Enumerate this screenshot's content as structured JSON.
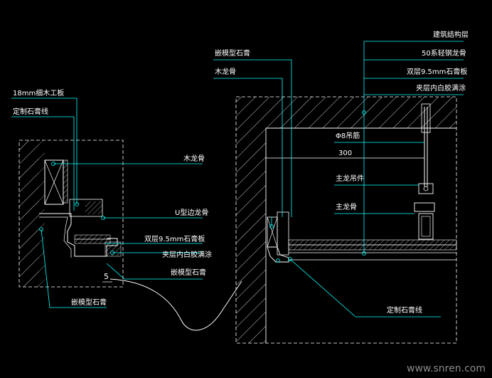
{
  "labels": {
    "left_detail": {
      "plywood": "18mm细木工板",
      "cornice": "定制石膏线",
      "wood_joist": "木龙骨",
      "u_keel": "U型边龙骨",
      "double_board": "双层9.5mm石膏板",
      "glue_layer": "夹层内白胶满涂",
      "inlay_gypsum_a": "嵌模型石膏",
      "inlay_gypsum_b": "嵌模型石膏"
    },
    "right_detail": {
      "inlay_gypsum": "嵌模型石膏",
      "wood_joist": "木龙骨",
      "structure": "建筑结构层",
      "steel_keel": "50系轻钢龙骨",
      "double_board": "双层9.5mm石膏板",
      "glue_layer": "夹层内白胶满涂",
      "hanger_rod": "Φ8吊筋",
      "dimension": "300",
      "hanger_part": "主龙吊件",
      "main_keel": "主龙骨",
      "cornice": "定制石膏线"
    },
    "detail_tag": "5"
  },
  "watermark": "www.snren.com",
  "colors": {
    "background": "#000000",
    "leader": "#00ffff",
    "hatch": "#ffffff",
    "text": "#ffffff",
    "watermark": "#8a8a8a"
  }
}
